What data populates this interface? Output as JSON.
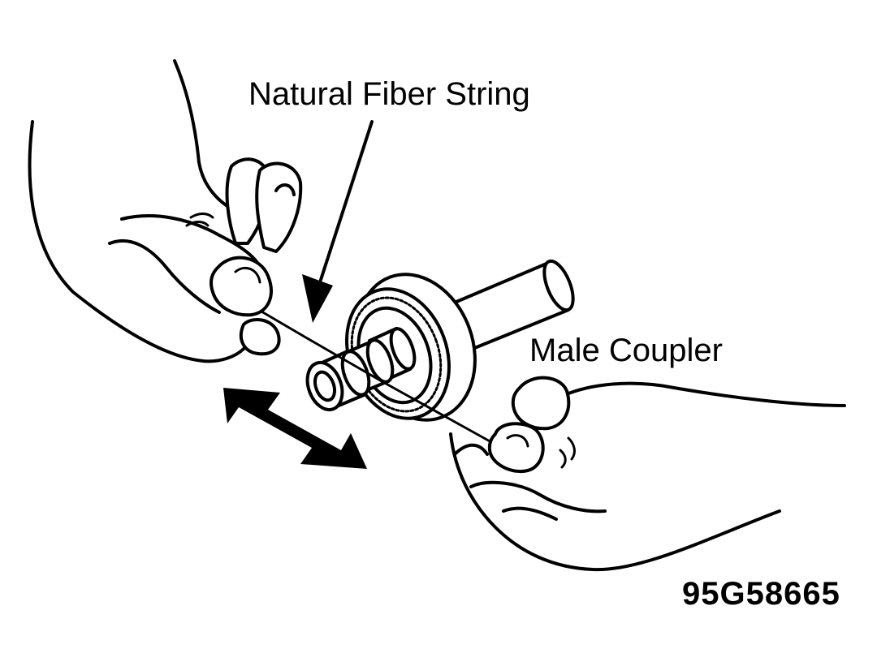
{
  "labels": {
    "string": "Natural Fiber String",
    "coupler": "Male Coupler",
    "figure_code": "95G58665"
  },
  "colors": {
    "ink": "#000000",
    "paper": "#ffffff"
  }
}
